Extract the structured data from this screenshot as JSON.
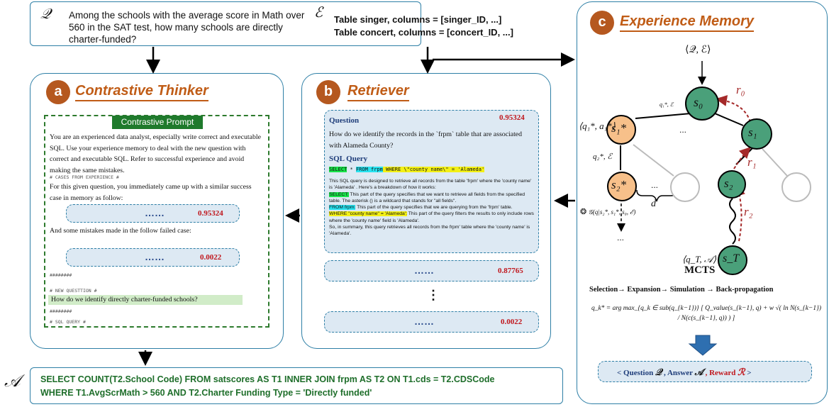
{
  "query": {
    "q_symbol": "𝒬",
    "question": "Among the schools with the average score in Math over 560 in the SAT test, how many schools are directly charter-funded?",
    "e_symbol": "ℰ",
    "schema_line1": "Table singer, columns = [singer_ID, ...]",
    "schema_line2": "Table concert, columns = [concert_ID, ...]"
  },
  "thinker": {
    "badge": "a",
    "title": "Contrastive Thinker",
    "prompt_header": "Contrastive Prompt",
    "intro": "You are an experienced data analyst, especially write correct and executable SQL. Use your experience memory to deal with the new question with correct and executable SQL. Refer to successful experience and avoid making the same mistakes.",
    "cases_comment": "# CASES FROM EXPERIENCE #",
    "success_text": "For this given question, you immediately came up with a similar success case in memory as follow:",
    "success_dots": "……",
    "success_score": "0.95324",
    "fail_text": "And some mistakes made in the follow failed case:",
    "fail_dots": "……",
    "fail_score": "0.0022",
    "hashes1": "########",
    "new_question_comment": "# NEW QUESTTION #",
    "new_question": "How do we identify directly charter-funded schools?",
    "hashes2": "########",
    "sql_comment": "# SQL QUERY #"
  },
  "retriever": {
    "badge": "b",
    "title": "Retriever",
    "q_label": "Question",
    "q_score": "0.95324",
    "q_text": "How do we identify the records in the `frpm` table that are associated with Alameda County?",
    "sql_label": "SQL Query",
    "sql_select": "SELECT",
    "sql_star": " * ",
    "sql_from": "FROM frpm",
    "sql_where": " WHERE \\\"county name\\\" = 'Alameda'",
    "explain1": "This SQL query is designed to retrieve all records from the table 'frpm' where the 'county name' is 'Alameda' . Here's a breakdown of how it works:",
    "explain2_hl": "SELECT:",
    "explain2": " This part of the query specifies that we want to retrieve all fields from the specified table. The asterisk () is a wildcard that stands for \"all fields\".",
    "explain3_hl": "FROM frpm:",
    "explain3": " This part of the query specifies that we are querying from the 'frpm' table.",
    "explain4_hl": "WHERE \"county name\" = 'Alameda':",
    "explain4": " This part of the query filters the results to only include rows where the 'county name' field is 'Alameda'.",
    "explain5": "So, in summary, this query retrieves all records from the frpm' table where the 'county name' is 'Alameda'.",
    "item2_dots": "……",
    "item2_score": "0.87765",
    "vdots": "⋮",
    "item3_dots": "……",
    "item3_score": "0.0022"
  },
  "memory": {
    "badge": "c",
    "title": "Experience Memory",
    "root_label": "⟨𝒬, ℰ⟩",
    "s0": "s₀",
    "s1": "s₁",
    "s1star": "s₁*",
    "s2": "s₂",
    "s2star": "s₂*",
    "sT": "s_T",
    "edge_q1": "q₁*, ℰ",
    "q1a1": "⟨q₁*, a₁*⟩",
    "q2e": "q₂*, ℰ",
    "r0": "r₀",
    "r1": "r₁",
    "r2": "r₂",
    "d": "d",
    "ellipsis1": "...",
    "ellipsis2": "...",
    "ellipsis3": "...",
    "ellipsis4": "...",
    "gen_label": "𝒢(q|s₂*, s₁*, s₀, ℰ)",
    "qtA": "⟨q_T, 𝒜⟩",
    "mcts": "MCTS",
    "steps": "Selection→ Expansion→ Simulation → Back-propagation",
    "formula": "q_k* = arg max_{q_k ∈ sub(q_{k−1})} [ Q_value(s_{k−1}, q) + w √( ln N(s_{k−1}) / N(c(s_{k−1}, q)) ) ]",
    "triple_question": "< Question",
    "triple_q_sym": "𝒬",
    "triple_answer": ", Answer",
    "triple_a_sym": "𝒜",
    "triple_reward": ", Reward",
    "triple_r_sym": "ℛ",
    "triple_end": ">"
  },
  "answer": {
    "symbol": "𝒜",
    "line1": "SELECT COUNT(T2.School Code) FROM satscores AS T1 INNER JOIN frpm AS T2 ON T1.cds = T2.CDSCode",
    "line2": "WHERE T1.AvgScrMath > 560 AND T2.Charter Funding Type = 'Directly funded'"
  },
  "colors": {
    "border": "#2e7fa6",
    "badge": "#b5581f",
    "title": "#c05c16",
    "node_green": "#4aa07a",
    "node_orange": "#f7c08a",
    "reward": "#a52a2a",
    "answer_text": "#1e6e2a",
    "dash_fill": "#dde9f3",
    "prompt_header": "#1f7a2c"
  }
}
